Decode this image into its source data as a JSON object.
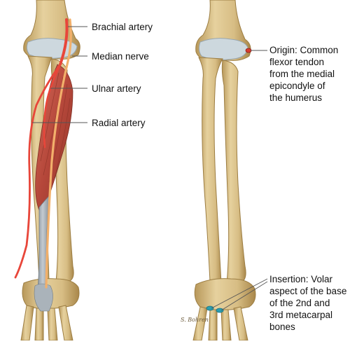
{
  "colors": {
    "bone": "#dcc48f",
    "bone_shadow": "#b39558",
    "cartilage": "#c9d6dc",
    "artery": "#e8463a",
    "nerve": "#f2b06b",
    "muscle": "#b5473a",
    "tendon": "#9aa4ad",
    "insertion": "#2a9fb0"
  },
  "left_panel": {
    "labels": {
      "brachial_artery": "Brachial artery",
      "median_nerve": "Median nerve",
      "ulnar_artery": "Ulnar artery",
      "radial_artery": "Radial artery"
    }
  },
  "right_panel": {
    "origin": [
      "Origin: Common",
      "flexor tendon",
      "from the medial",
      "epicondyle of",
      "the humerus"
    ],
    "insertion": [
      "Insertion: Volar",
      "aspect of the base",
      "of the 2nd and",
      "3rd metacarpal",
      "bones"
    ]
  },
  "signature": "S. Bohren"
}
